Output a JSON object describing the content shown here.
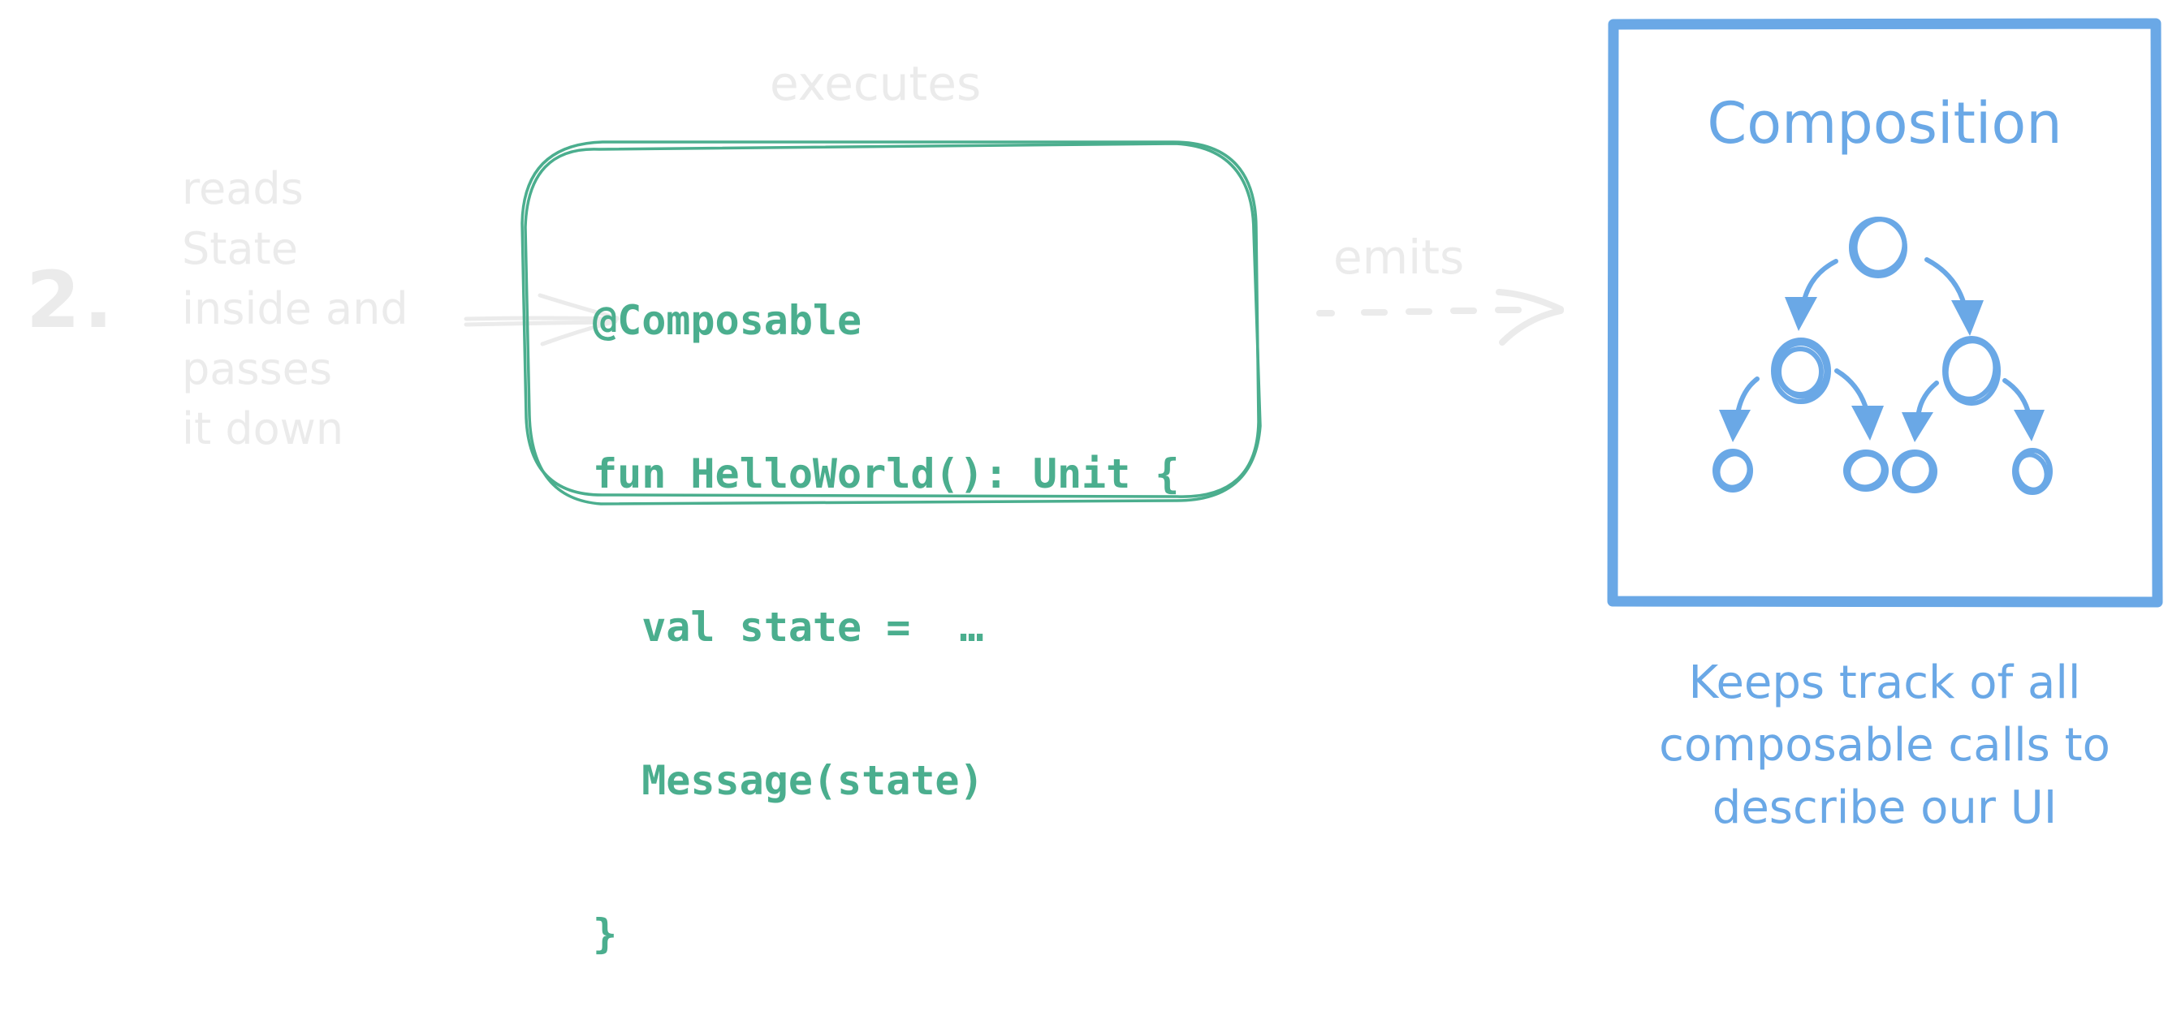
{
  "step": {
    "number": "2.",
    "description_lines": [
      "reads",
      "State",
      "inside and",
      "passes",
      "it down"
    ]
  },
  "arrows": {
    "reads_state_arrow": {
      "style": "solid",
      "color": "#ebebeb"
    },
    "executes": {
      "label": "executes"
    },
    "emits": {
      "label": "emits",
      "style": "dashed",
      "color": "#ebebeb"
    }
  },
  "code": {
    "border_color": "#4bae8e",
    "text_color": "#4bae8e",
    "lines": [
      "@Composable",
      "fun HelloWorld(): Unit {",
      "  val state =  …",
      "  Message(state)",
      "}"
    ]
  },
  "composition": {
    "title": "Composition",
    "color": "#6aa8e6",
    "tree": {
      "root": "node",
      "level_2": [
        "node",
        "node"
      ],
      "leaves": [
        "node",
        "node",
        "node",
        "node"
      ]
    },
    "caption_lines": [
      "Keeps track of all",
      "composable calls to",
      "describe our UI"
    ]
  },
  "colors": {
    "background": "#ffffff",
    "muted_text": "#ebebeb",
    "code_green": "#4bae8e",
    "composition_blue": "#6aa8e6"
  }
}
